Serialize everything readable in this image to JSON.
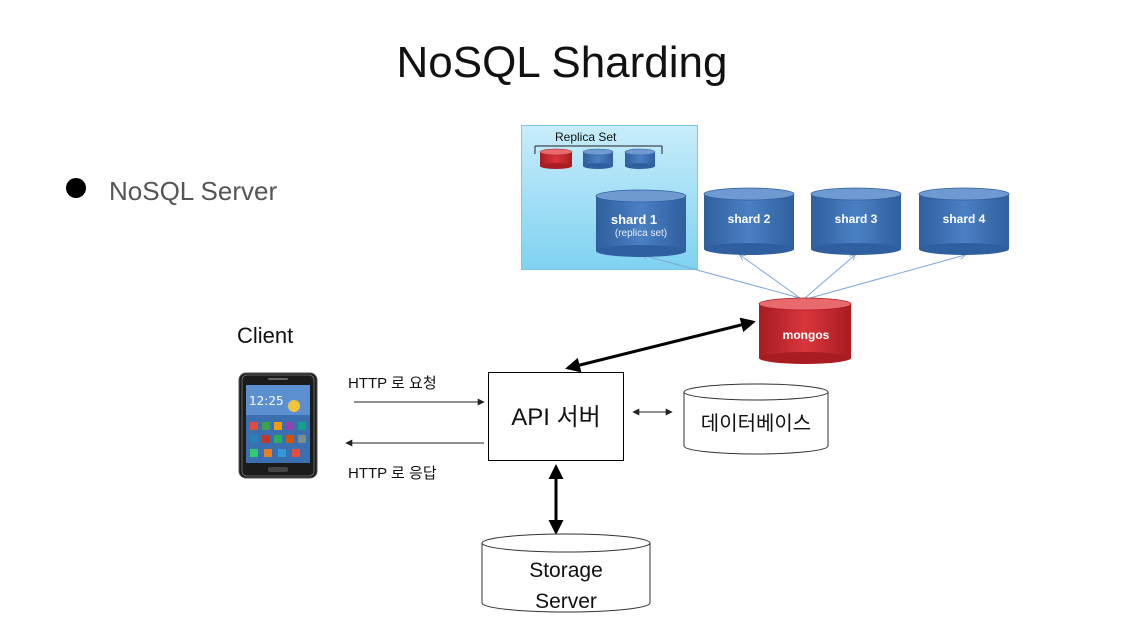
{
  "title": "NoSQL Sharding",
  "bullet": {
    "text": "NoSQL Server"
  },
  "replica_set": {
    "label": "Replica Set"
  },
  "shards": [
    {
      "name": "shard 1",
      "note": "(replica set)"
    },
    {
      "name": "shard 2"
    },
    {
      "name": "shard 3"
    },
    {
      "name": "shard 4"
    }
  ],
  "router": {
    "name": "mongos"
  },
  "client": {
    "label": "Client"
  },
  "http": {
    "request": "HTTP 로 요청",
    "response": "HTTP 로 응답"
  },
  "api_server": {
    "label": "API 서버"
  },
  "database": {
    "label": "데이터베이스"
  },
  "storage": {
    "line1": "Storage",
    "line2": "Server"
  },
  "phone": {
    "clock": "12:25"
  },
  "colors": {
    "shard_blue": "#3a70b4",
    "router_red": "#c8282d",
    "replica_bg": "#8fd7f3"
  }
}
